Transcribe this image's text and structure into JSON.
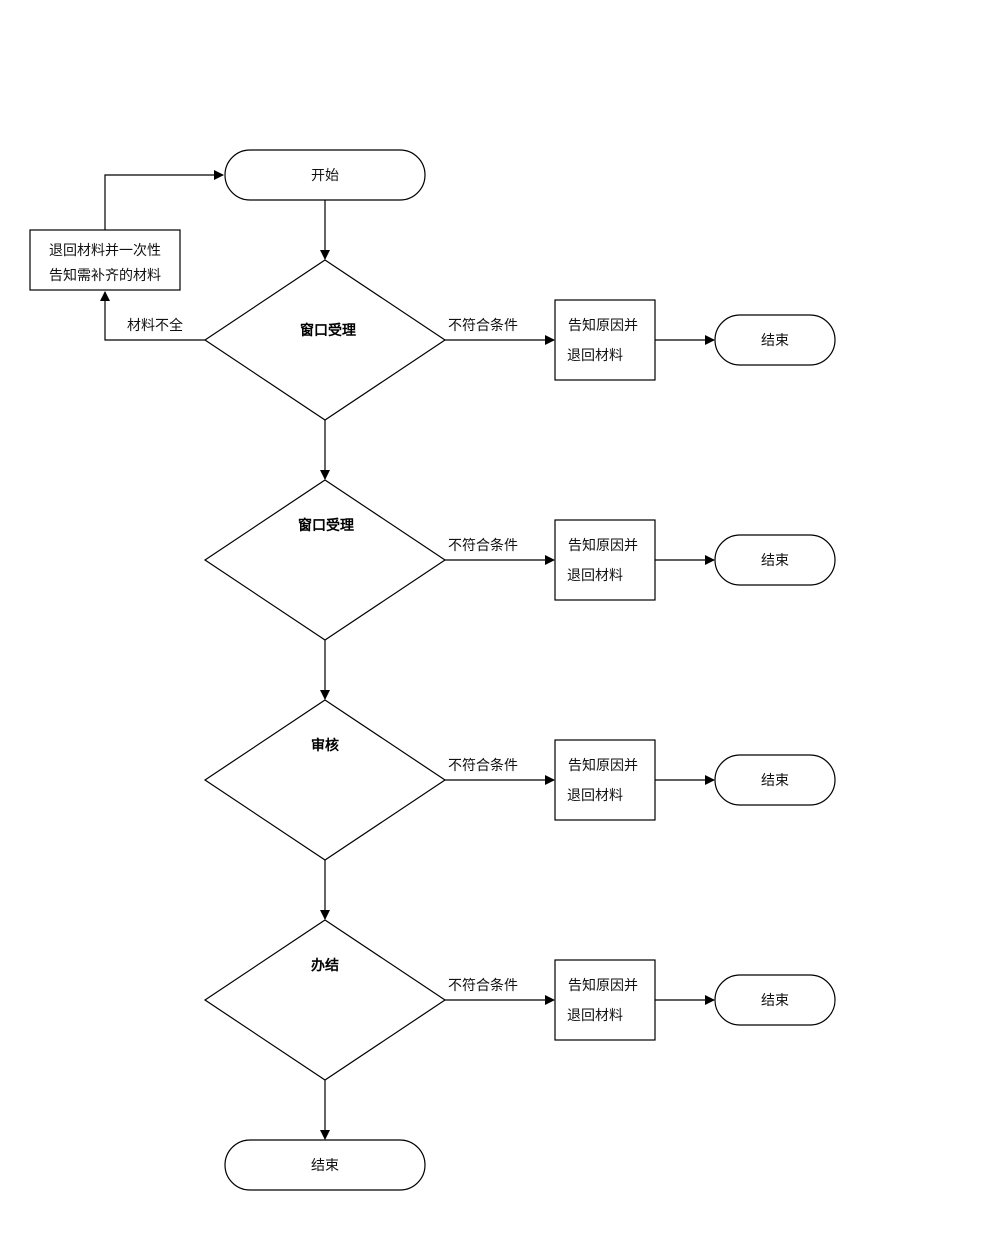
{
  "start": {
    "label": "开始"
  },
  "supplement": {
    "line1": "退回材料并一次性",
    "line2": "告知需补齐的材料"
  },
  "incomplete_label": "材料不全",
  "not_eligible_label": "不符合条件",
  "reject": {
    "line1": "告知原因并",
    "line2": "退回材料"
  },
  "end_label": "结束",
  "steps": [
    {
      "label": "窗口受理"
    },
    {
      "label": "窗口受理"
    },
    {
      "label": "审核"
    },
    {
      "label": "办结"
    }
  ]
}
